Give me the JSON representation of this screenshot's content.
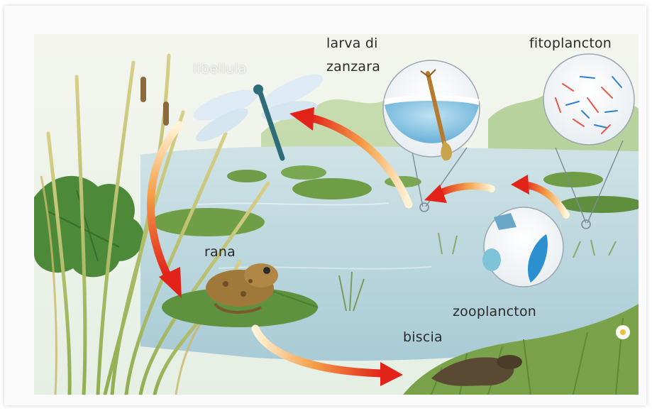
{
  "labels": {
    "libellula": "libellula",
    "larva_line1": "larva di",
    "larva_line2": "zanzara",
    "fitoplancton": "fitoplancton",
    "rana": "rana",
    "zooplancton": "zooplancton",
    "biscia": "biscia"
  }
}
